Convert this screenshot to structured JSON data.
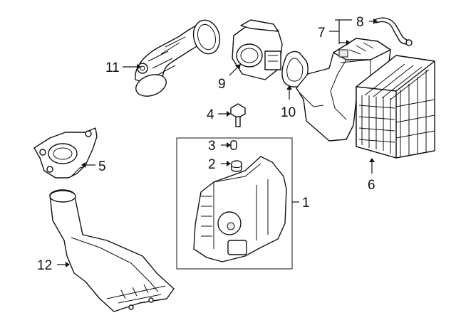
{
  "callouts": [
    {
      "id": "1",
      "part": "air-box-lower-housing"
    },
    {
      "id": "2",
      "part": "grommet"
    },
    {
      "id": "3",
      "part": "clip"
    },
    {
      "id": "4",
      "part": "bolt"
    },
    {
      "id": "5",
      "part": "mounting-bracket"
    },
    {
      "id": "6",
      "part": "air-filter-element"
    },
    {
      "id": "7",
      "part": "air-cleaner-assembly"
    },
    {
      "id": "8",
      "part": "breather-hose"
    },
    {
      "id": "9",
      "part": "mass-air-flow-sensor"
    },
    {
      "id": "10",
      "part": "gasket"
    },
    {
      "id": "11",
      "part": "intake-hose-clamp"
    },
    {
      "id": "12",
      "part": "air-inlet-duct"
    }
  ],
  "colors": {
    "line": "#111111",
    "background": "#ffffff"
  }
}
